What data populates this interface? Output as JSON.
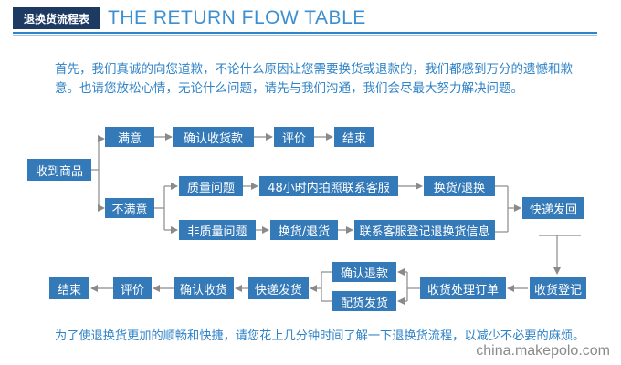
{
  "header": {
    "badge": "退换货流程表",
    "title": "THE RETURN FLOW TABLE"
  },
  "intro": "首先，我们真诚的向您道歉，不论什么原因让您需要换货或退款的，我们都感到万分的遗憾和歉意。也请您放松心情，无论什么问题，请先与我们沟通，我们会尽最大努力解决问题。",
  "nodes": {
    "received": "收到商品",
    "satisfied": "满意",
    "confirm_receipt": "确认收货款",
    "review_top": "评价",
    "end_top": "结束",
    "unsatisfied": "不满意",
    "quality_issue": "质量问题",
    "photo_48h": "48小时内拍照联系客服",
    "exchange_return_top": "换货/退换",
    "non_quality_issue": "非质量问题",
    "exchange_return_mid": "换货/退货",
    "contact_register": "联系客服登记退换货信息",
    "express_send_back": "快递发回",
    "receipt_register": "收货登记",
    "process_order": "收货处理订单",
    "confirm_refund": "确认退款",
    "dispatch": "配货发货",
    "express_ship": "快递发货",
    "confirm_receive": "确认收货",
    "review_bottom": "评价",
    "end_bottom": "结束"
  },
  "footer": "为了使退换货更加的顺畅和快捷，请您花上几分钟时间了解一下退换货流程，以减少不必要的麻烦。",
  "watermark": "china.makepolo.com",
  "colors": {
    "node_bg": "#3479b8",
    "accent_text": "#2f83c7",
    "badge_bg": "#1d3a63",
    "line": "#8a8a8a"
  }
}
